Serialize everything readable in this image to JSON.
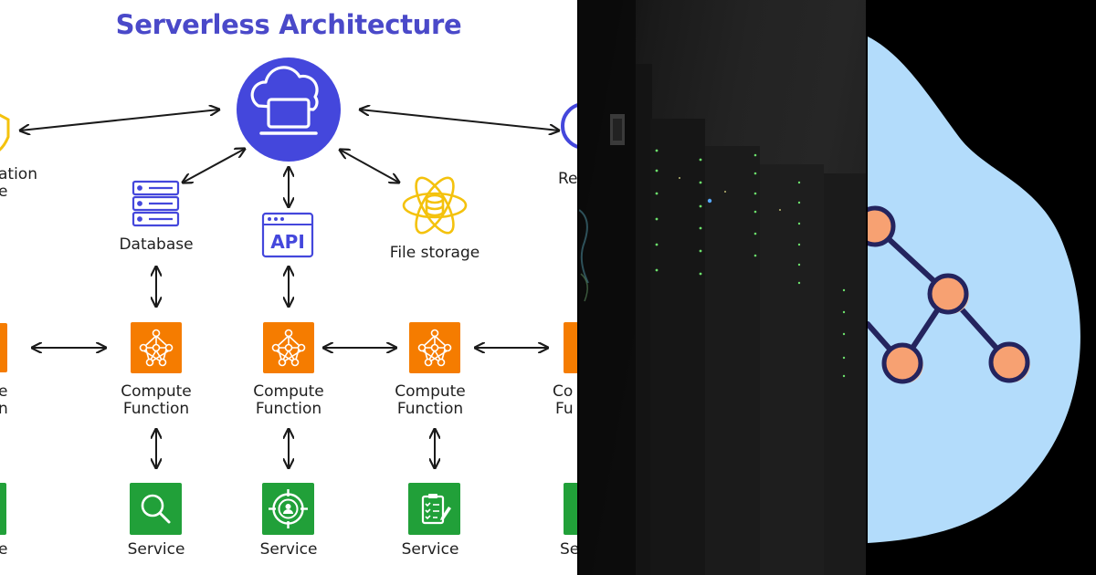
{
  "diagram": {
    "title": "Serverless Architecture",
    "labels": {
      "authentication_partial_1": "ation",
      "authentication_partial_2": "e",
      "database": "Database",
      "api": "API",
      "file_storage": "File storage",
      "right_partial": "Re",
      "left_function_partial_1": "e",
      "left_function_partial_2": "n",
      "compute_function_line1": "Compute",
      "compute_function_line2": "Function",
      "right_function_partial_1": "Co",
      "right_function_partial_2": "Fu",
      "left_service_partial": "e",
      "service": "Service",
      "right_service_partial": "Se"
    },
    "colors": {
      "title": "#4a49c9",
      "cloud_circle": "#4447dc",
      "compute_tile": "#f57c00",
      "service_tile": "#21a039",
      "file_storage_icon": "#f4c20d"
    }
  },
  "photo": {
    "description_icon": "server-rack-photo"
  },
  "graphic": {
    "colors": {
      "blob": "#b3dcfb",
      "node_fill": "#f7a172",
      "node_stroke": "#24245e"
    }
  }
}
